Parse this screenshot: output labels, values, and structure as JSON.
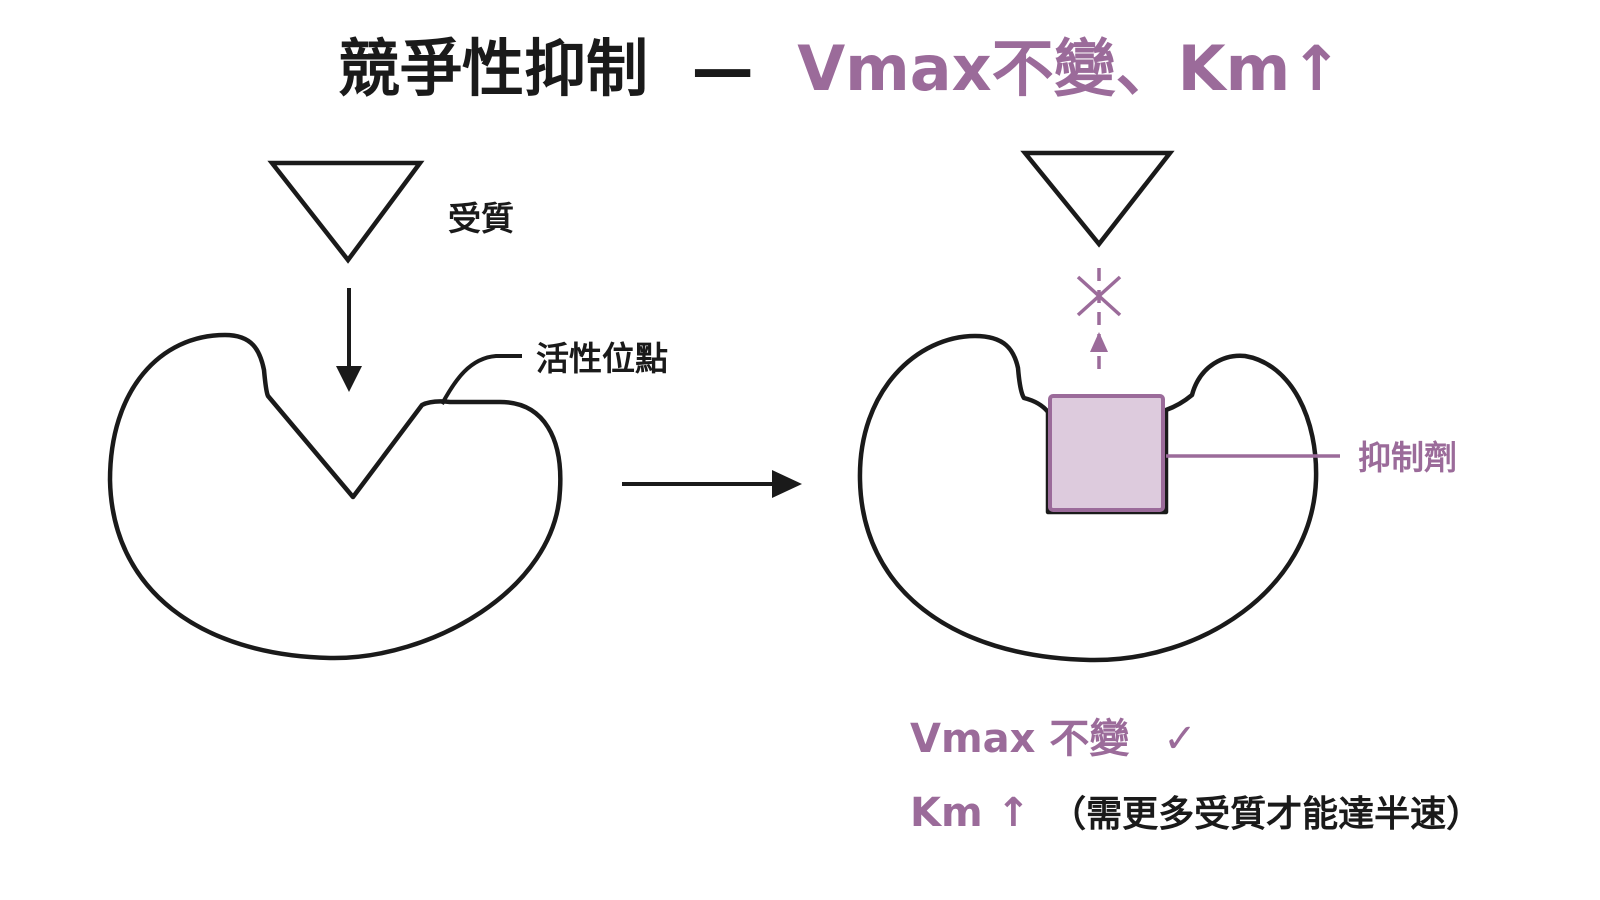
{
  "title": {
    "main": "競爭性抑制",
    "dash": "—",
    "highlight": "Vmax不變、Km↑"
  },
  "labels": {
    "substrate": "受質",
    "active_site": "活性位點",
    "inhibitor": "抑制劑",
    "blocked_mark": "×"
  },
  "notes": {
    "vmax_label": "Vmax 不變",
    "vmax_check": "✓",
    "km_label": "Km ↑",
    "km_explanation": "（需更多受質才能達半速）"
  },
  "colors": {
    "ink": "#1a1a1a",
    "accent": "#9b6b9a",
    "inhibitor_fill": "#ddcbdd"
  }
}
